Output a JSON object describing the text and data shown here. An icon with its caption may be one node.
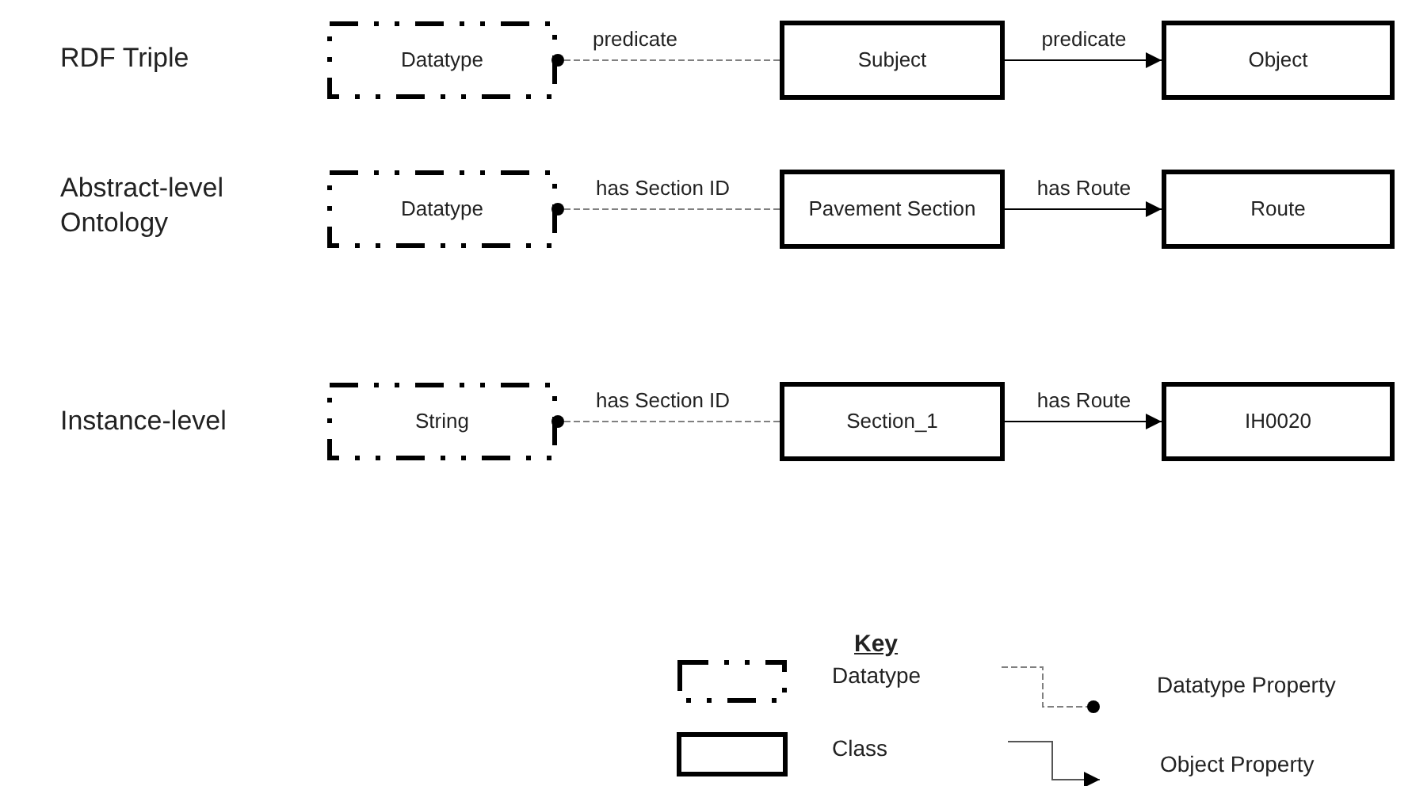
{
  "diagram": {
    "nodes": [
      {
        "text": [
          "Datatype"
        ]
      },
      {
        "text": [
          "Subject"
        ]
      },
      {
        "text": [
          "Object"
        ]
      },
      {
        "text": [
          "Datatype"
        ]
      },
      {
        "text": [
          "Pavement Section"
        ]
      },
      {
        "text": [
          "Route"
        ]
      },
      {
        "text": [
          "String"
        ]
      },
      {
        "text": [
          "Section_1"
        ]
      },
      {
        "text": [
          "IH0020"
        ]
      }
    ],
    "edges": [
      {
        "from": 1,
        "to": 0,
        "arrow": "other",
        "style": "dashed",
        "color": "#808080",
        "label": "predicate"
      },
      {
        "from": 1,
        "to": 2,
        "arrow": "to",
        "color": "#000000",
        "label": "predicate"
      },
      {
        "from": 4,
        "to": 3,
        "arrow": "other",
        "style": "dashed",
        "color": "#808080",
        "label": "has Section ID"
      },
      {
        "from": 4,
        "to": 5,
        "arrow": "to",
        "color": "#000000",
        "label": "has Route"
      },
      {
        "from": 7,
        "to": 6,
        "arrow": "other",
        "style": "dashed",
        "color": "#808080",
        "label": "has Section ID"
      },
      {
        "from": 7,
        "to": 8,
        "arrow": "to",
        "color": "#000000",
        "label": "has Route"
      }
    ],
    "labels": [
      "RDF Triple",
      "Abstract-level Ontology",
      "Instance-level",
      "Key"
    ],
    "legend": [
      {
        "text": "Datatype"
      },
      {
        "text": "Datatype Property"
      },
      {
        "text": "Class"
      },
      {
        "text": "Object Property"
      }
    ]
  }
}
